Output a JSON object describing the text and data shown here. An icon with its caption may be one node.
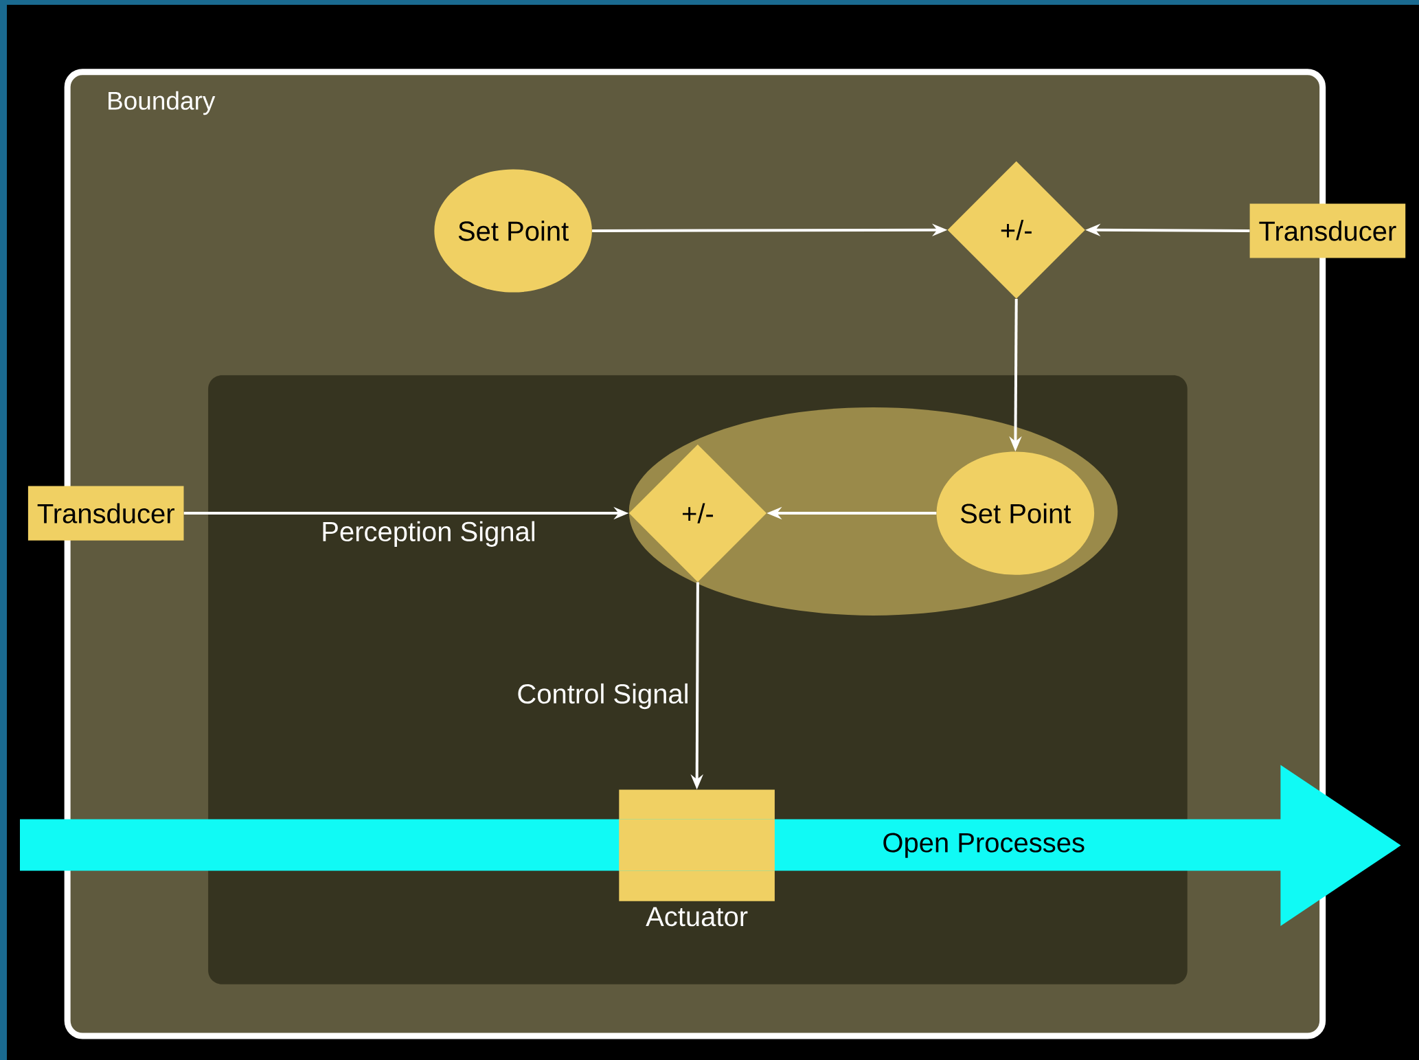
{
  "diagram": {
    "nodes": [
      {
        "text": [
          "Boundary"
        ]
      },
      {
        "text": [],
        "shape": "box",
        "in": 0
      },
      {
        "text": [
          "Set Point"
        ],
        "in": 0
      },
      {
        "text": [
          "+/-"
        ],
        "in": 0
      },
      {
        "text": [
          "Transducer"
        ]
      },
      {
        "text": [],
        "shape": "ellipse",
        "in": 1
      },
      {
        "text": [
          "+/-"
        ],
        "in": 5
      },
      {
        "text": [
          "Set Point"
        ],
        "in": 5
      },
      {
        "text": [
          "Transducer"
        ]
      },
      {
        "text": [],
        "shape": "box",
        "beside": [
          "Actuator"
        ]
      },
      {
        "text": [
          "Open Processes"
        ]
      }
    ],
    "edges": [
      {
        "from": 2,
        "to": 3,
        "arrow": "to"
      },
      {
        "from": 4,
        "to": 3,
        "arrow": "to"
      },
      {
        "from": 3,
        "to": 7,
        "arrow": "to"
      },
      {
        "from": 8,
        "to": 6,
        "arrow": "to",
        "label": "Perception Signal"
      },
      {
        "from": 7,
        "to": 6,
        "arrow": "to"
      },
      {
        "from": 6,
        "to": 9,
        "arrow": "to",
        "label": "Control Signal"
      }
    ]
  }
}
